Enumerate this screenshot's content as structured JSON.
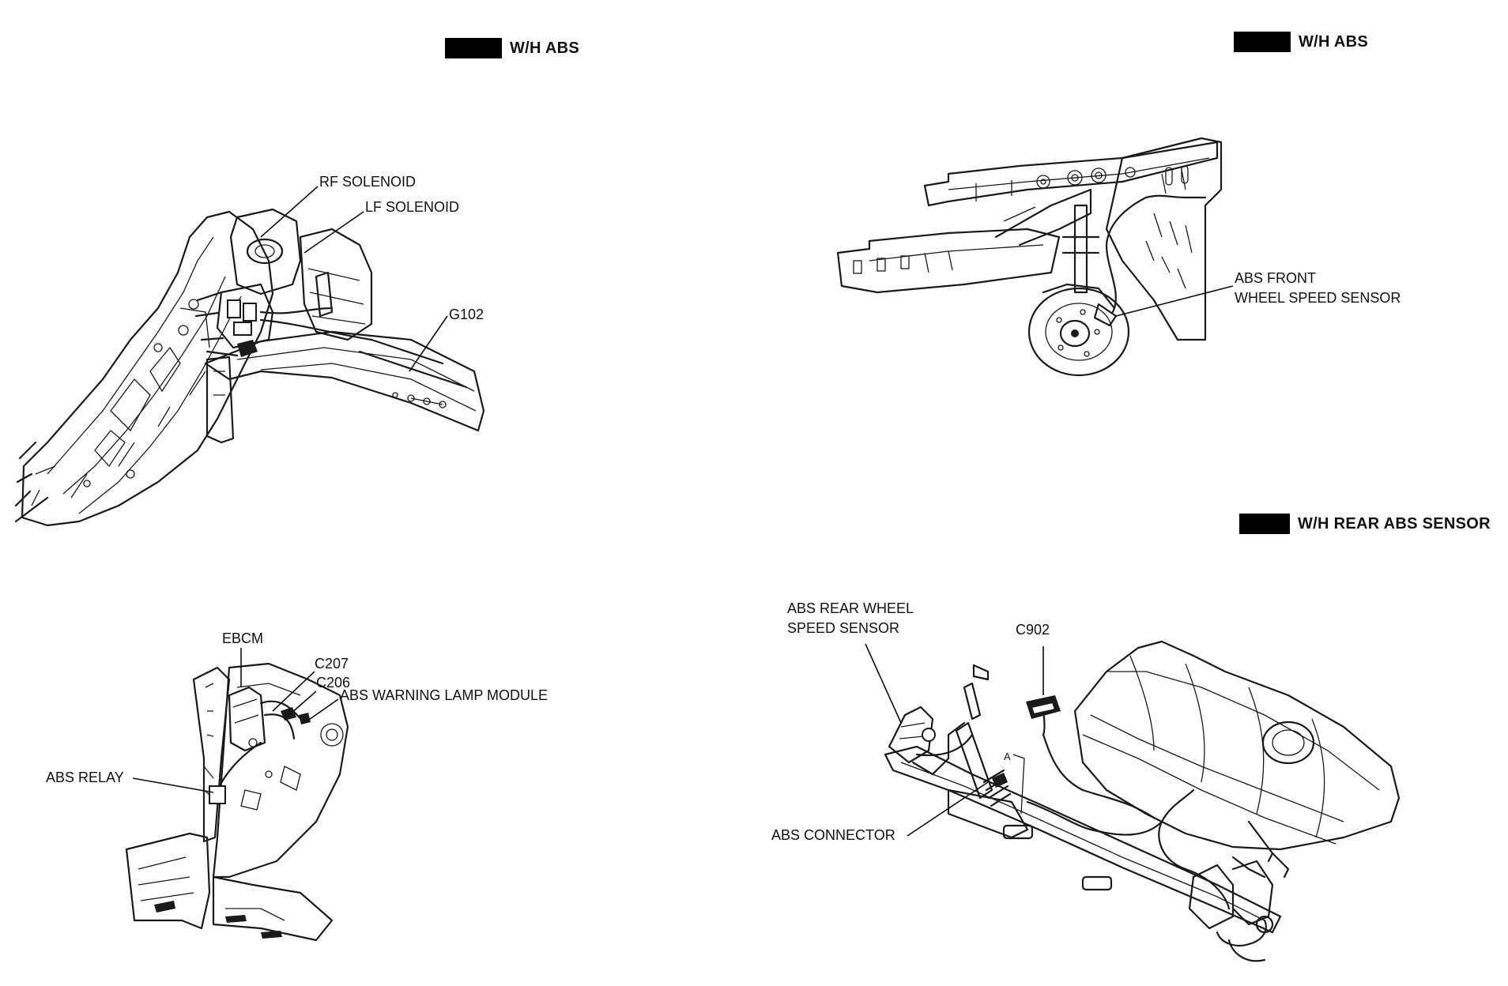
{
  "headers": [
    {
      "id": "engine",
      "text": "W/H ABS"
    },
    {
      "id": "front-wheel",
      "text": "W/H ABS"
    },
    {
      "id": "rear",
      "text": "W/H REAR ABS SENSOR"
    }
  ],
  "labels": {
    "rf_solenoid": "RF SOLENOID",
    "lf_solenoid": "LF SOLENOID",
    "g102": "G102",
    "abs_front_1": "ABS FRONT",
    "abs_front_2": "WHEEL SPEED SENSOR",
    "ebcm": "EBCM",
    "c207": "C207",
    "c206": "C206",
    "abs_warning": "ABS WARNING LAMP MODULE",
    "abs_relay": "ABS RELAY",
    "abs_rear_1": "ABS REAR WHEEL",
    "abs_rear_2": "SPEED SENSOR",
    "c902": "C902",
    "abs_connector": "ABS CONNECTOR",
    "view_a": "A"
  }
}
